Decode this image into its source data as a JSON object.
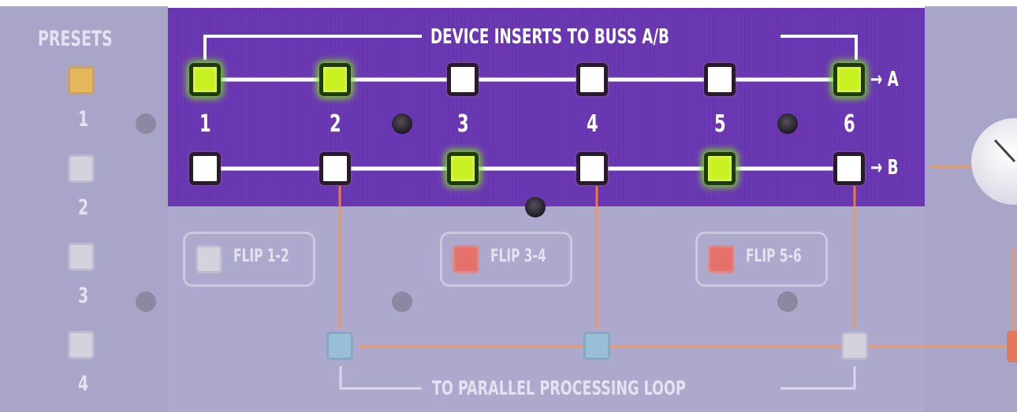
{
  "panel": {
    "title": "DEVICE INSERTS TO BUSS A/B",
    "bus_a_label": "→ A",
    "bus_b_label": "→ B",
    "channel_numbers": [
      "1",
      "2",
      "3",
      "4",
      "5",
      "6"
    ],
    "row_a_state": [
      "on",
      "on",
      "off",
      "off",
      "off",
      "on"
    ],
    "row_b_state": [
      "off",
      "off",
      "on",
      "off",
      "on",
      "off"
    ]
  },
  "presets": {
    "title": "PRESETS",
    "numbers": [
      "1",
      "2",
      "3",
      "4"
    ]
  },
  "flip_buttons": [
    "FLIP 1-2",
    "FLIP 3-4",
    "FLIP 5-6"
  ],
  "loop": {
    "title": "TO PARALLEL PROCESSING LOOP"
  },
  "colors": {
    "panel_purple": "#6a35b2",
    "led_green": "#c9f020",
    "led_white": "#ffffff",
    "wire_orange": "#f07a38"
  }
}
